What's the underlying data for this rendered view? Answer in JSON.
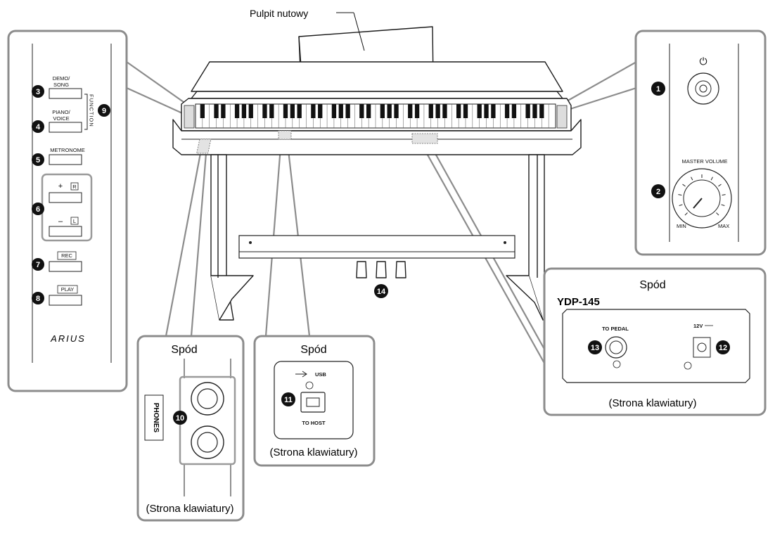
{
  "top_label": "Pulpit nutowy",
  "left_panel": {
    "demo_song": "DEMO/ SONG",
    "demo_song_line1": "DEMO/",
    "demo_song_line2": "SONG",
    "piano_voice_line1": "PIANO/",
    "piano_voice_line2": "VOICE",
    "function_label": "FUNCTION",
    "metronome": "METRONOME",
    "plus_label": "+",
    "minus_label": "–",
    "r_label": "R",
    "l_label": "L",
    "rec": "REC",
    "play": "PLAY",
    "logo": "ARIUS"
  },
  "right_panel": {
    "power_symbol": "⏻",
    "master_volume": "MASTER VOLUME",
    "min_label": "MIN",
    "max_label": "MAX"
  },
  "bottom_right": {
    "title": "Spód",
    "model": "YDP-145",
    "to_pedal": "TO PEDAL",
    "power_rating": "12V",
    "caption": "(Strona klawiatury)"
  },
  "phones_panel": {
    "title": "Spód",
    "phones": "PHONES",
    "caption": "(Strona klawiatury)"
  },
  "usb_panel": {
    "title": "Spód",
    "usb": "USB",
    "to_host": "TO HOST",
    "caption": "(Strona klawiatury)"
  },
  "callouts": {
    "n1": "1",
    "n2": "2",
    "n3": "3",
    "n4": "4",
    "n5": "5",
    "n6": "6",
    "n7": "7",
    "n8": "8",
    "n9": "9",
    "n10": "10",
    "n11": "11",
    "n12": "12",
    "n13": "13",
    "n14": "14"
  }
}
